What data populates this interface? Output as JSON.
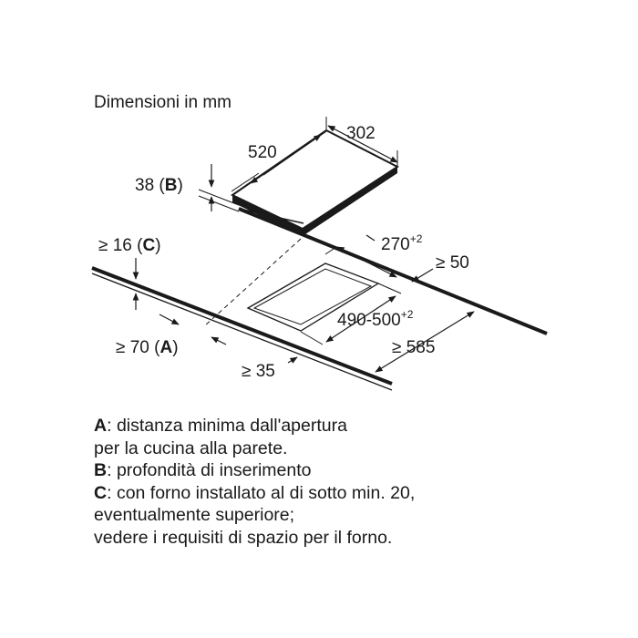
{
  "title": "Dimensioni in mm",
  "dimensions": {
    "width": "302",
    "depth": "520",
    "insertion_depth": "38",
    "insertion_key": "B",
    "min_gap_prefix": "≥ 16",
    "min_gap_key": "C",
    "cutout_width": "270",
    "cutout_width_tol": "+2",
    "rear_dist": "≥ 50",
    "cutout_depth": "490-500",
    "cutout_depth_tol": "+2",
    "wall_dist_prefix": "≥ 70",
    "wall_dist_key": "A",
    "counter_depth": "≥ 585",
    "front_dist": "≥ 35"
  },
  "legend": [
    {
      "key": "A",
      "lines": [
        "distanza minima dall'apertura",
        "per la cucina alla parete."
      ]
    },
    {
      "key": "B",
      "lines": [
        "profondità di inserimento"
      ]
    },
    {
      "key": "C",
      "lines": [
        "con forno installato al di sotto min. 20,",
        "eventualmente superiore;",
        "vedere i requisiti di spazio per il forno."
      ]
    }
  ]
}
